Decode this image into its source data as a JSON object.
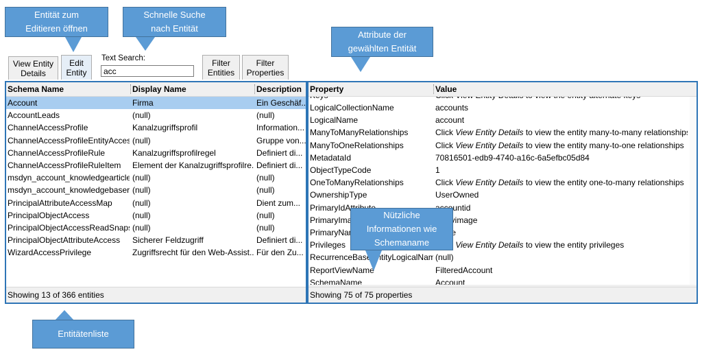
{
  "callouts": {
    "edit_entity": [
      "Entität zum",
      "Editieren öffnen"
    ],
    "quick_search": [
      "Schnelle Suche",
      "nach Entität"
    ],
    "attributes": [
      "Attribute der",
      "gewählten Entität"
    ],
    "useful_info": [
      "Nützliche",
      "Informationen wie",
      "Schemaname"
    ],
    "entity_list": [
      "Entitätenliste"
    ]
  },
  "toolbar": {
    "view_entity_details": [
      "View Entity",
      "Details"
    ],
    "edit_entity": [
      "Edit",
      "Entity"
    ],
    "text_search_label": "Text Search:",
    "text_search_value": "acc",
    "filter_entities": [
      "Filter",
      "Entities"
    ],
    "filter_properties": [
      "Filter",
      "Properties"
    ]
  },
  "entities": {
    "columns": [
      "Schema Name",
      "Display Name",
      "Description"
    ],
    "rows": [
      [
        "Account",
        "Firma",
        "Ein Geschäf..."
      ],
      [
        "AccountLeads",
        "(null)",
        "(null)"
      ],
      [
        "ChannelAccessProfile",
        "Kanalzugriffsprofil",
        "Information..."
      ],
      [
        "ChannelAccessProfileEntityAcces...",
        "(null)",
        "Gruppe von..."
      ],
      [
        "ChannelAccessProfileRule",
        "Kanalzugriffsprofilregel",
        "Definiert di..."
      ],
      [
        "ChannelAccessProfileRuleItem",
        "Element der Kanalzugriffsprofilre...",
        "Definiert di..."
      ],
      [
        "msdyn_account_knowledgearticle",
        "(null)",
        "(null)"
      ],
      [
        "msdyn_account_knowledgebaser...",
        "(null)",
        "(null)"
      ],
      [
        "PrincipalAttributeAccessMap",
        "(null)",
        "Dient zum..."
      ],
      [
        "PrincipalObjectAccess",
        "(null)",
        "(null)"
      ],
      [
        "PrincipalObjectAccessReadSnaps...",
        "(null)",
        "(null)"
      ],
      [
        "PrincipalObjectAttributeAccess",
        "Sicherer Feldzugriff",
        "Definiert di..."
      ],
      [
        "WizardAccessPrivilege",
        "Zugriffsrecht für den Web-Assist...",
        "Für den Zu..."
      ]
    ],
    "status": "Showing 13 of 366 entities"
  },
  "properties": {
    "columns": [
      "Property",
      "Value"
    ],
    "partial_top": [
      "Keys",
      "Click View Entity Details to view the entity alternate keys"
    ],
    "rows": [
      {
        "name": "LogicalCollectionName",
        "pre": "accounts",
        "em": "",
        "post": ""
      },
      {
        "name": "LogicalName",
        "pre": "account",
        "em": "",
        "post": ""
      },
      {
        "name": "ManyToManyRelationships",
        "pre": "Click ",
        "em": "View Entity Details",
        "post": " to view the entity many-to-many relationships"
      },
      {
        "name": "ManyToOneRelationships",
        "pre": "Click ",
        "em": "View Entity Details",
        "post": " to view the entity many-to-one relationships"
      },
      {
        "name": "MetadataId",
        "pre": "70816501-edb9-4740-a16c-6a5efbc05d84",
        "em": "",
        "post": ""
      },
      {
        "name": "ObjectTypeCode",
        "pre": "1",
        "em": "",
        "post": ""
      },
      {
        "name": "OneToManyRelationships",
        "pre": "Click ",
        "em": "View Entity Details",
        "post": " to view the entity one-to-many relationships"
      },
      {
        "name": "OwnershipType",
        "pre": "UserOwned",
        "em": "",
        "post": ""
      },
      {
        "name": "PrimaryIdAttribute",
        "pre": "accountid",
        "em": "",
        "post": ""
      },
      {
        "name": "PrimaryImageAttribute",
        "pre": "entityimage",
        "em": "",
        "post": ""
      },
      {
        "name": "PrimaryNameAttribute",
        "pre": "name",
        "em": "",
        "post": ""
      },
      {
        "name": "Privileges",
        "pre": "Click ",
        "em": "View Entity Details",
        "post": " to view the entity privileges"
      },
      {
        "name": "RecurrenceBaseEntityLogicalName",
        "pre": "(null)",
        "em": "",
        "post": ""
      },
      {
        "name": "ReportViewName",
        "pre": "FilteredAccount",
        "em": "",
        "post": ""
      },
      {
        "name": "SchemaName",
        "pre": "Account",
        "em": "",
        "post": ""
      }
    ],
    "status": "Showing 75 of 75 properties"
  }
}
